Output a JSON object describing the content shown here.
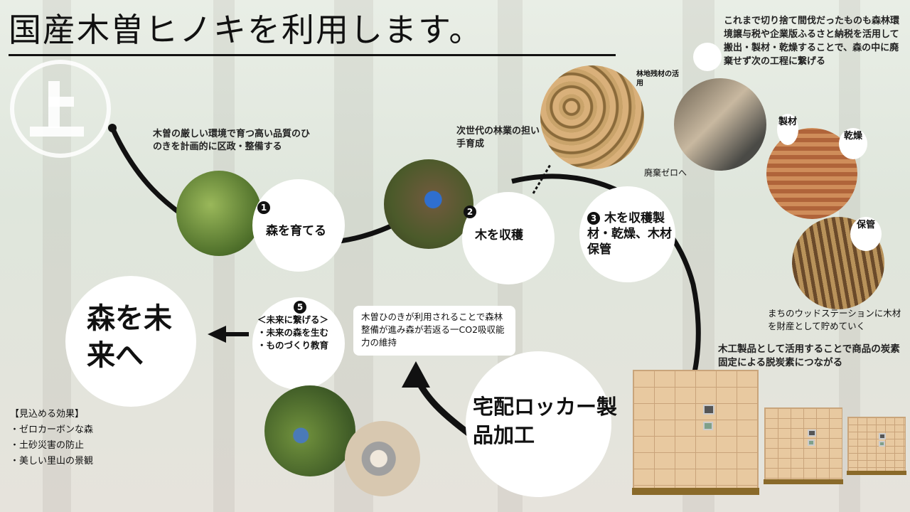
{
  "title": "国産木曽ヒノキを利用します。",
  "intro_note": "木曽の厳しい環境で育つ高い品質のひのきを計画的に区政・整備する",
  "step1": {
    "num": "1",
    "label": "森を育てる"
  },
  "step2": {
    "num": "2",
    "label": "木を収穫",
    "note": "次世代の林業の担い手育成"
  },
  "step3": {
    "num": "3",
    "label": "木を収穫製材・乾燥、木材保管"
  },
  "step4": {
    "label": "宅配ロッカー製品加工"
  },
  "step5": {
    "num": "5",
    "heading": "＜未来に繋げる＞",
    "items": [
      "・未来の森を生む",
      "・ものづくり教育"
    ]
  },
  "future_label": "森を未来へ",
  "cycle_note": "木曽ひのきが利用されることで森林整備が進み森が若返る一CO2吸収能力の維持",
  "top_right_note": "これまで切り捨て間伐だったものも森林環境譲与税や企業版ふるさと納税を活用して搬出・製材・乾燥することで、森の中に廃棄せず次の工程に繋げる",
  "forest_residue_label": "林地残材の活用",
  "zero_waste_label": "廃棄ゼロへ",
  "badges": {
    "seizai": "製材",
    "kanso": "乾燥",
    "hokan": "保管"
  },
  "wood_station_note": "まちのウッドステーションに木材を財産として貯めていく",
  "carbon_note": "木工製品として活用することで商品の炭素固定による脱炭素につながる",
  "effects": {
    "heading": "【見込める効果】",
    "items": [
      "・ゼロカーボンな森",
      "・土砂災害の防止",
      "・美しい里山の景観"
    ]
  },
  "colors": {
    "cycle_arrow": "#111111",
    "wood": "#e8c9a0",
    "base": "#8a6a2a"
  }
}
